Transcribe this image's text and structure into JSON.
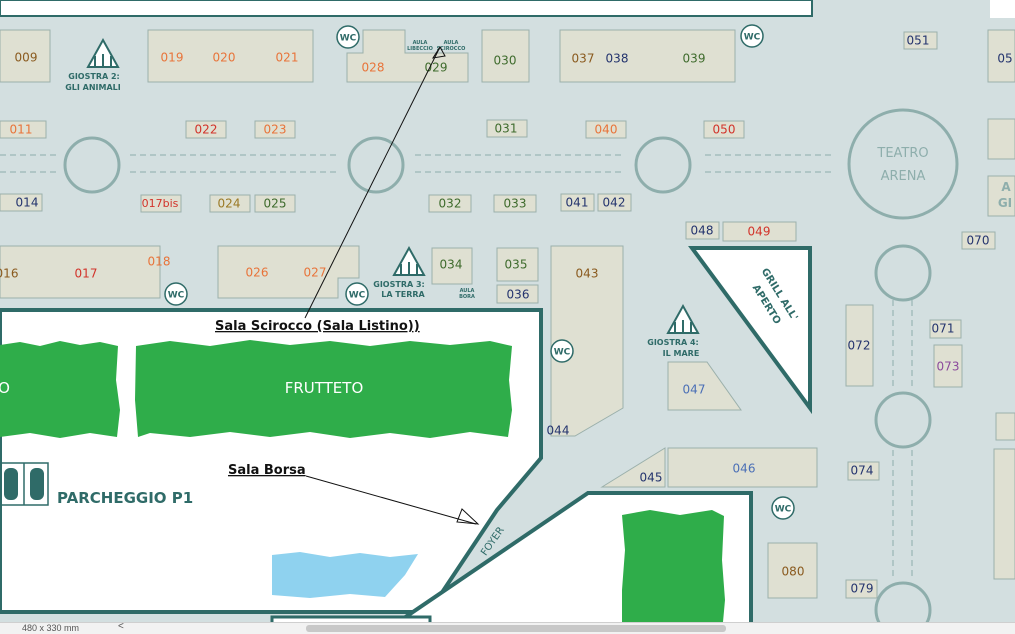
{
  "colors": {
    "background": "#d3dfe0",
    "stand_fill": "#dfe0d2",
    "white_area": "#ffffff",
    "border_teal": "#2f6b68",
    "green_area": "#2fad4a",
    "water": "#8fd2ef",
    "orange": "#e8743a",
    "red": "#d2332a",
    "olive": "#3e6b2c",
    "brown": "#8a5a1e",
    "navy": "#24346e",
    "purple": "#8b4a9c",
    "blue": "#4b6fb6",
    "ochre": "#9b7a26"
  },
  "stands": [
    {
      "label": "009",
      "color": "brown"
    },
    {
      "label": "019",
      "color": "orange"
    },
    {
      "label": "020",
      "color": "orange"
    },
    {
      "label": "021",
      "color": "orange"
    },
    {
      "label": "028",
      "color": "orange"
    },
    {
      "label": "029",
      "color": "olive"
    },
    {
      "label": "030",
      "color": "olive"
    },
    {
      "label": "037",
      "color": "brown"
    },
    {
      "label": "038",
      "color": "navy"
    },
    {
      "label": "039",
      "color": "olive"
    },
    {
      "label": "051",
      "color": "navy"
    },
    {
      "label": "05",
      "color": "navy"
    },
    {
      "label": "011",
      "color": "orange"
    },
    {
      "label": "022",
      "color": "red"
    },
    {
      "label": "023",
      "color": "orange"
    },
    {
      "label": "031",
      "color": "olive"
    },
    {
      "label": "040",
      "color": "orange"
    },
    {
      "label": "050",
      "color": "red"
    },
    {
      "label": "014",
      "color": "navy"
    },
    {
      "label": "017bis",
      "color": "red"
    },
    {
      "label": "024",
      "color": "ochre"
    },
    {
      "label": "025",
      "color": "olive"
    },
    {
      "label": "032",
      "color": "olive"
    },
    {
      "label": "033",
      "color": "olive"
    },
    {
      "label": "041",
      "color": "navy"
    },
    {
      "label": "042",
      "color": "navy"
    },
    {
      "label": "048",
      "color": "navy"
    },
    {
      "label": "049",
      "color": "red"
    },
    {
      "label": "070",
      "color": "navy"
    },
    {
      "label": "016",
      "color": "brown"
    },
    {
      "label": "017",
      "color": "red"
    },
    {
      "label": "018",
      "color": "orange"
    },
    {
      "label": "026",
      "color": "orange"
    },
    {
      "label": "027",
      "color": "orange"
    },
    {
      "label": "034",
      "color": "olive"
    },
    {
      "label": "035",
      "color": "olive"
    },
    {
      "label": "036",
      "color": "navy"
    },
    {
      "label": "043",
      "color": "brown"
    },
    {
      "label": "072",
      "color": "navy"
    },
    {
      "label": "071",
      "color": "navy"
    },
    {
      "label": "073",
      "color": "purple"
    },
    {
      "label": "044",
      "color": "navy"
    },
    {
      "label": "047",
      "color": "blue"
    },
    {
      "label": "045",
      "color": "navy"
    },
    {
      "label": "046",
      "color": "blue"
    },
    {
      "label": "074",
      "color": "navy"
    },
    {
      "label": "080",
      "color": "brown"
    },
    {
      "label": "079",
      "color": "navy"
    }
  ],
  "zones": {
    "giostra2_line1": "GIOSTRA 2:",
    "giostra2_line2": "GLI ANIMALI",
    "giostra3_line1": "GIOSTRA 3:",
    "giostra3_line2": "LA TERRA",
    "giostra4_line1": "GIOSTRA 4:",
    "giostra4_line2": "IL MARE",
    "aula_libeccio_1": "AULA",
    "aula_libeccio_2": "LIBECCIO",
    "aula_scirocco_1": "AULA",
    "aula_scirocco_2": "SCIROCCO",
    "aula_bora_1": "AULA",
    "aula_bora_2": "BORA",
    "teatro_line1": "TEATRO",
    "teatro_line2": "ARENA",
    "grill_line1": "GRILL ALL'",
    "grill_line2": "APERTO",
    "frutteto": "FRUTTETO",
    "o_partial": "O",
    "parcheggio": "PARCHEGGIO P1",
    "foyer": "FOYER",
    "edge_a": "A",
    "edge_gi": "GI"
  },
  "wc_label": "WC",
  "annotations": {
    "scirocco": "Sala Scirocco (Sala Listino))",
    "borsa": "Sala Borsa"
  },
  "statusbar": {
    "size_text": "480 x 330 mm",
    "arrow": "<"
  }
}
